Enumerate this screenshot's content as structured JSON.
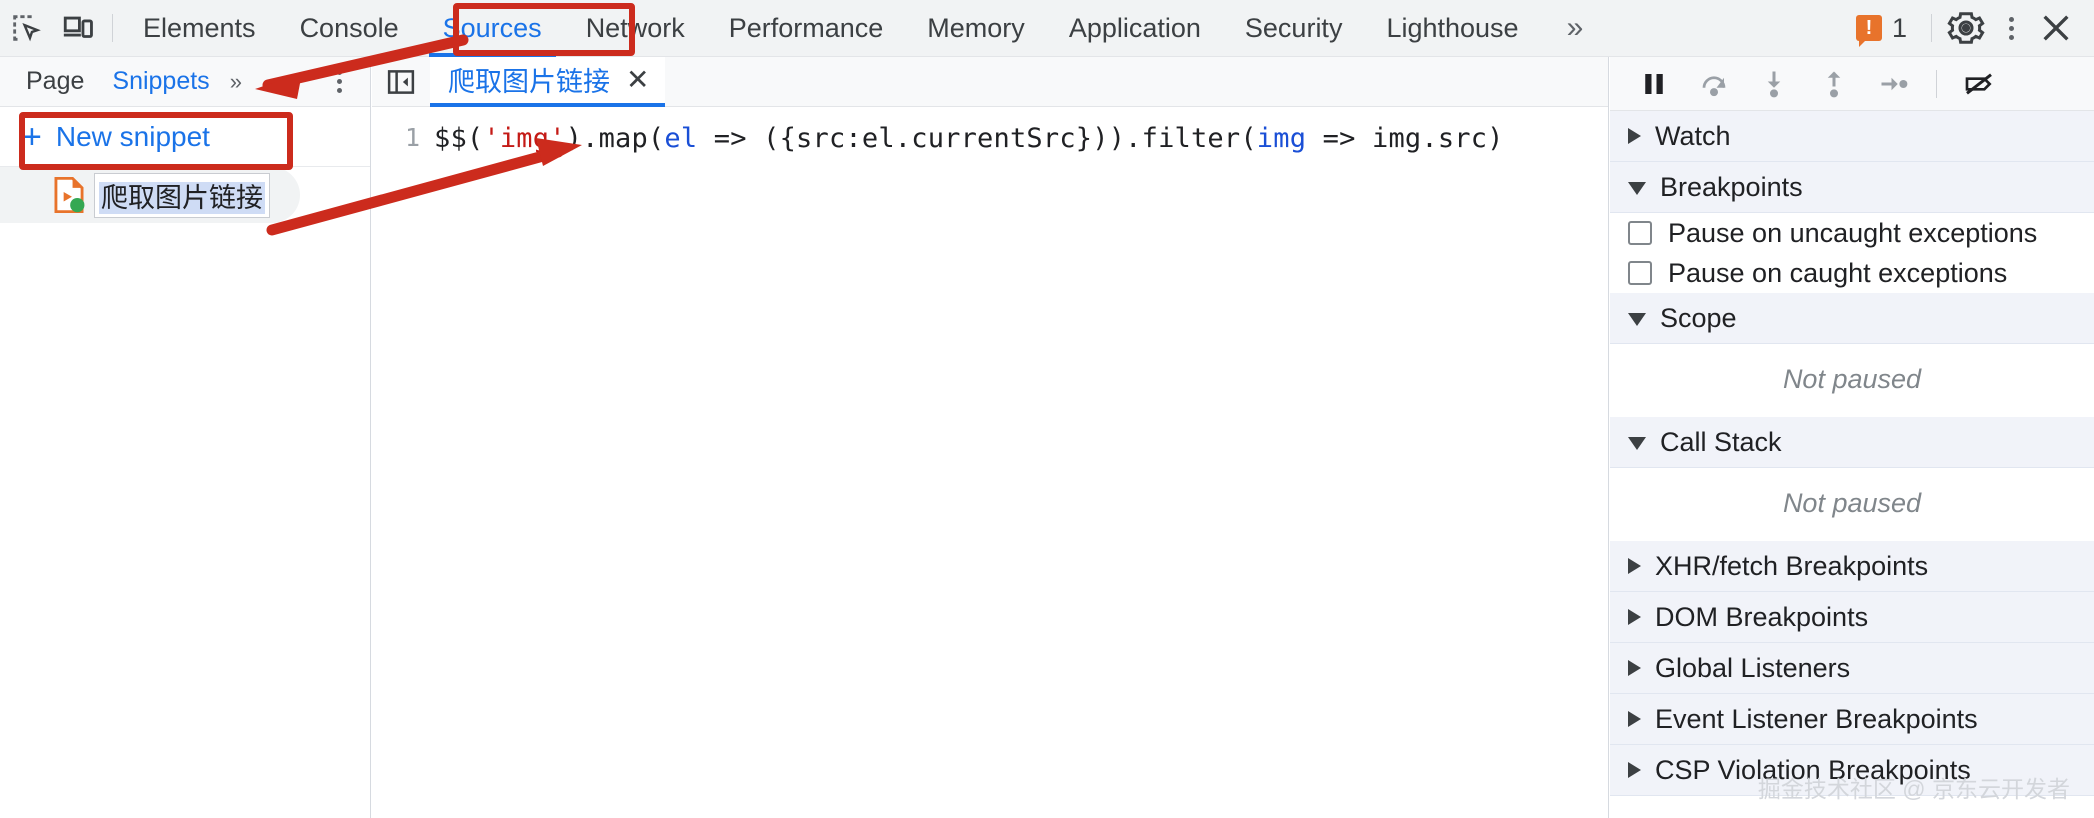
{
  "toolbar": {
    "inspect_icon": "inspect-element-icon",
    "device_icon": "device-toolbar-icon",
    "tabs": [
      {
        "label": "Elements",
        "active": false
      },
      {
        "label": "Console",
        "active": false
      },
      {
        "label": "Sources",
        "active": true
      },
      {
        "label": "Network",
        "active": false
      },
      {
        "label": "Performance",
        "active": false
      },
      {
        "label": "Memory",
        "active": false
      },
      {
        "label": "Application",
        "active": false
      },
      {
        "label": "Security",
        "active": false
      },
      {
        "label": "Lighthouse",
        "active": false
      }
    ],
    "overflow_label": "»",
    "warning_count": "1",
    "warning_glyph": "!",
    "settings_icon": "gear-icon",
    "more_icon": "kebab-menu-icon",
    "close_icon": "close-icon",
    "accent_color": "#1a73e8",
    "warning_color": "#e8732b"
  },
  "navigator": {
    "tabs": [
      {
        "label": "Page",
        "active": false
      },
      {
        "label": "Snippets",
        "active": true
      }
    ],
    "overflow_label": "»",
    "more_icon": "kebab-menu-icon",
    "new_snippet_label": "New snippet",
    "new_snippet_plus": "+",
    "snippets": [
      {
        "name": "爬取图片链接",
        "icon": "snippet-script-icon",
        "status": "ready"
      }
    ]
  },
  "editor": {
    "nav_toggle_icon": "show-navigator-icon",
    "tab": {
      "title": "爬取图片链接",
      "close_label": "✕"
    },
    "line_number": "1",
    "code": {
      "full": "$$('img').map(el => ({src:el.currentSrc})).filter(img => img.src)",
      "tokens": [
        {
          "t": "$$(",
          "k": "plain"
        },
        {
          "t": "'img'",
          "k": "string"
        },
        {
          "t": ").map(",
          "k": "plain"
        },
        {
          "t": "el",
          "k": "param"
        },
        {
          "t": " => ({src:el.currentSrc})).filter(",
          "k": "plain"
        },
        {
          "t": "img",
          "k": "param"
        },
        {
          "t": " => img.src)",
          "k": "plain"
        }
      ]
    }
  },
  "debugger": {
    "buttons": [
      {
        "name": "pause-script-execution",
        "icon": "pause-icon",
        "active": true
      },
      {
        "name": "step-over",
        "icon": "step-over-icon",
        "active": false
      },
      {
        "name": "step-into",
        "icon": "step-into-icon",
        "active": false
      },
      {
        "name": "step-out",
        "icon": "step-out-icon",
        "active": false
      },
      {
        "name": "step",
        "icon": "step-icon",
        "active": false
      },
      {
        "name": "deactivate-breakpoints",
        "icon": "deactivate-breakpoints-icon",
        "active": false
      }
    ],
    "sections": [
      {
        "title": "Watch",
        "expanded": false
      },
      {
        "title": "Breakpoints",
        "expanded": true
      },
      {
        "title": "Scope",
        "expanded": true
      },
      {
        "title": "Call Stack",
        "expanded": true
      },
      {
        "title": "XHR/fetch Breakpoints",
        "expanded": false
      },
      {
        "title": "DOM Breakpoints",
        "expanded": false
      },
      {
        "title": "Global Listeners",
        "expanded": false
      },
      {
        "title": "Event Listener Breakpoints",
        "expanded": false
      },
      {
        "title": "CSP Violation Breakpoints",
        "expanded": false
      }
    ],
    "breakpoint_options": [
      {
        "label": "Pause on uncaught exceptions",
        "checked": false
      },
      {
        "label": "Pause on caught exceptions",
        "checked": false
      }
    ],
    "scope_empty": "Not paused",
    "callstack_empty": "Not paused"
  },
  "watermark": "掘金技术社区 @ 京东云开发者",
  "annotations": {
    "color": "#cc2b1d",
    "sources_box": "highlight-sources-tab",
    "new_snippet_box": "highlight-new-snippet-button",
    "arrow_to_snippets": "arrow-pointing-to-snippets-tab",
    "arrow_to_code": "arrow-from-snippet-to-code"
  }
}
